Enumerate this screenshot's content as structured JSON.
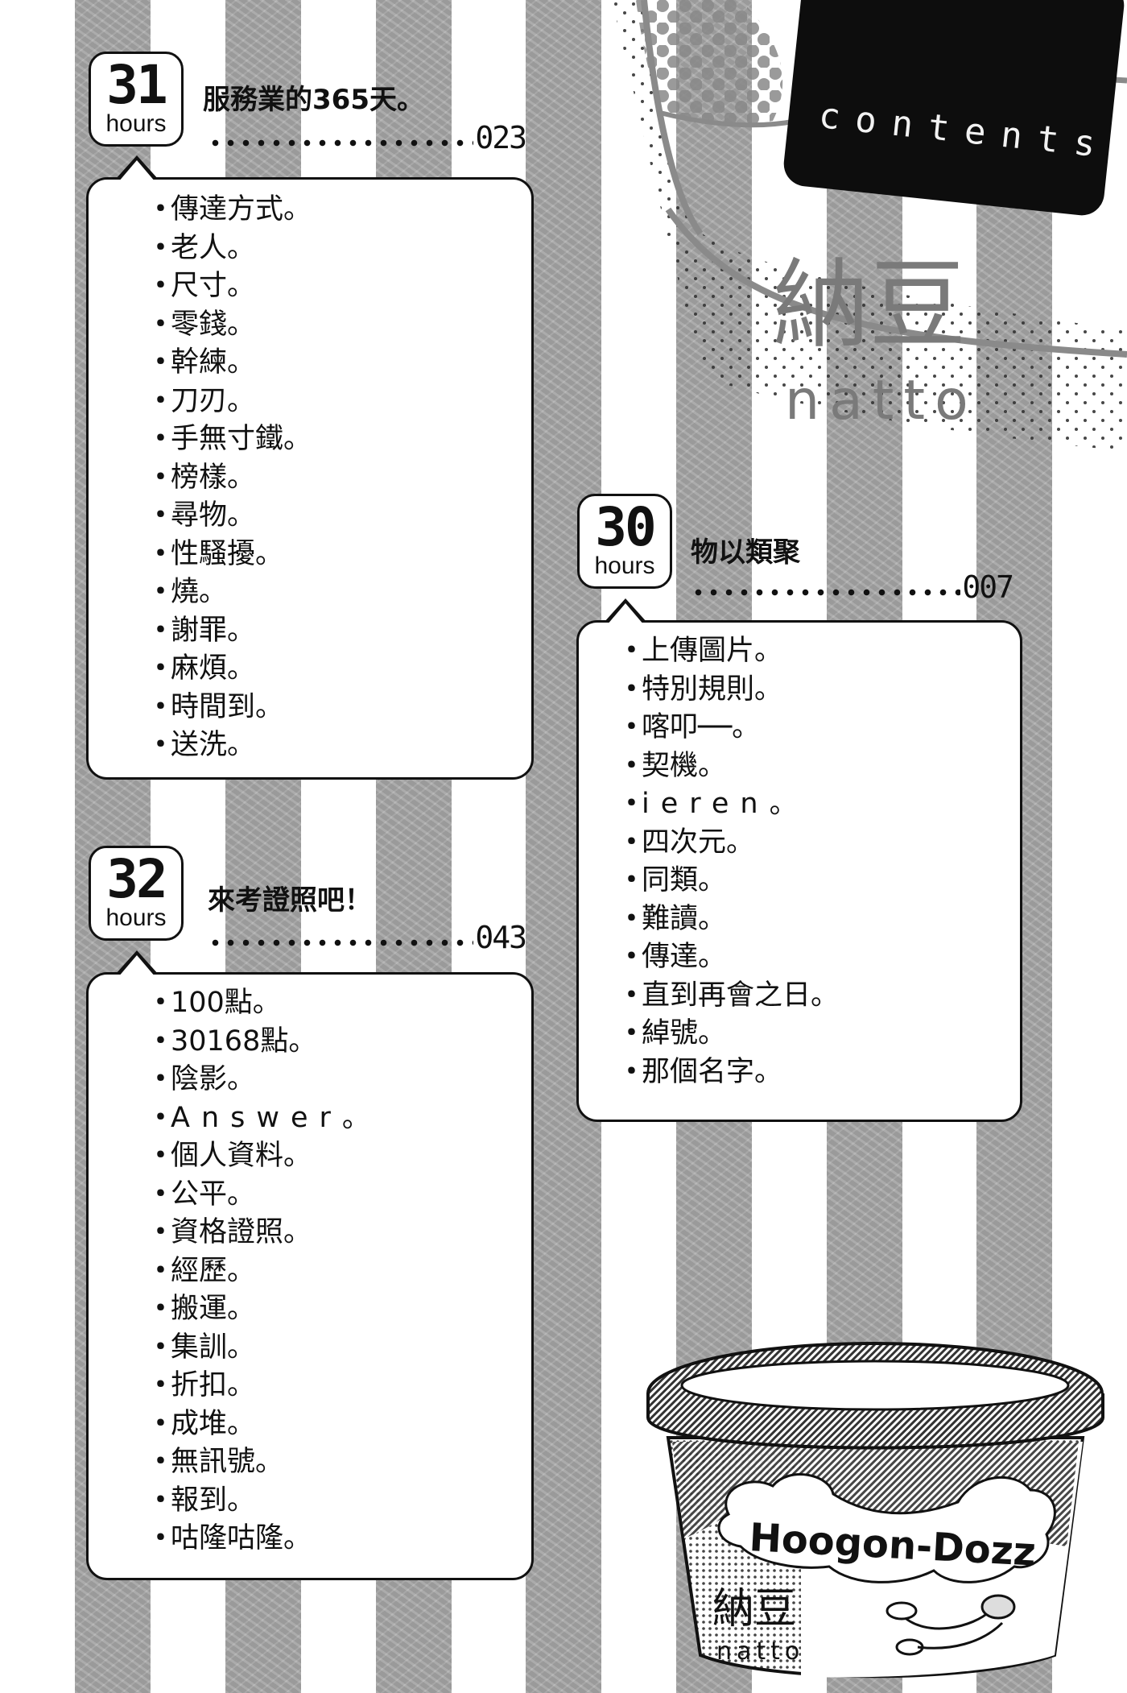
{
  "page": {
    "header_label": "contents",
    "background": {
      "stripe_color": "#a9a9a9",
      "base_color": "#ffffff"
    }
  },
  "illustrations": {
    "top_sketch": {
      "kanji": "納豆",
      "romaji": "natto"
    },
    "tub": {
      "brand": "Hoogon-Dozz",
      "kanji": "納豆",
      "romaji": "natto"
    }
  },
  "chapters": [
    {
      "number": "30",
      "unit": "hours",
      "title": "物以類聚",
      "page": "007",
      "items": [
        "上傳圖片。",
        "特別規則。",
        "喀叩──。",
        "契機。",
        "ieren。",
        "四次元。",
        "同類。",
        "難讀。",
        "傳達。",
        "直到再會之日。",
        "綽號。",
        "那個名字。"
      ]
    },
    {
      "number": "31",
      "unit": "hours",
      "title": "服務業的365天。",
      "page": "023",
      "items": [
        "傳達方式。",
        "老人。",
        "尺寸。",
        "零錢。",
        "幹練。",
        "刀刃。",
        "手無寸鐵。",
        "榜樣。",
        "尋物。",
        "性騷擾。",
        "燒。",
        "謝罪。",
        "麻煩。",
        "時間到。",
        "送洗。"
      ]
    },
    {
      "number": "32",
      "unit": "hours",
      "title": "來考證照吧！",
      "page": "043",
      "items": [
        "100點。",
        "30168點。",
        "陰影。",
        "Answer。",
        "個人資料。",
        "公平。",
        "資格證照。",
        "經歷。",
        "搬運。",
        "集訓。",
        "折扣。",
        "成堆。",
        "無訊號。",
        "報到。",
        "咕隆咕隆。"
      ]
    }
  ],
  "bullet": "・"
}
